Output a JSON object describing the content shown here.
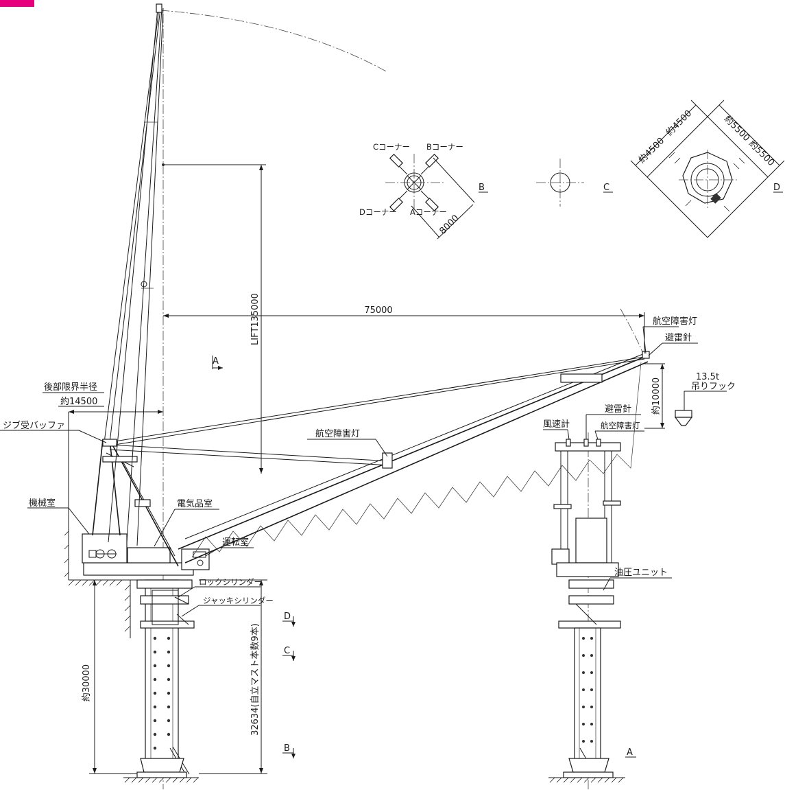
{
  "accent_color": "#e6007e",
  "labels": {
    "rear_limit_radius": "後部限界半径",
    "rear_radius_value": "約14500",
    "jib_buffer": "ジブ受バッファ",
    "machine_room": "機械室",
    "electrical_room": "電気品室",
    "operator_cab": "運転室",
    "aviation_light_jib": "航空障害灯",
    "aviation_light_tip": "航空障害灯",
    "lightning_rod_tip": "避雷針",
    "hook_capacity": "13.5t",
    "hook_name": "吊りフック",
    "anemometer": "風速計",
    "lightning_rod_side": "避雷針",
    "aviation_light_side": "航空障害灯",
    "hydraulic_unit": "油圧ユニット",
    "lock_cylinder": "ロックシリンダー",
    "jack_cylinder": "ジャッキシリンダー"
  },
  "dimensions": {
    "radius": "75000",
    "lift": "LIFT135000",
    "tip_height": "約10000",
    "base_height": "約30000",
    "mast_height": "32634(自立マスト本数9本)",
    "plan_b_size": "8000",
    "plan_d_w1": "約4500",
    "plan_d_w2": "約4500",
    "plan_d_h1": "約5500",
    "plan_d_h2": "約5500"
  },
  "sections": {
    "a_top": "A",
    "d_mark": "D",
    "c_mark": "C",
    "b_mark": "B",
    "a_side": "A",
    "b_plan": "B",
    "c_plan": "C",
    "d_plan": "D"
  },
  "plan_b": {
    "corner_c": "Cコーナー",
    "corner_b": "Bコーナー",
    "corner_d": "Dコーナー",
    "corner_a": "Aコーナー"
  }
}
